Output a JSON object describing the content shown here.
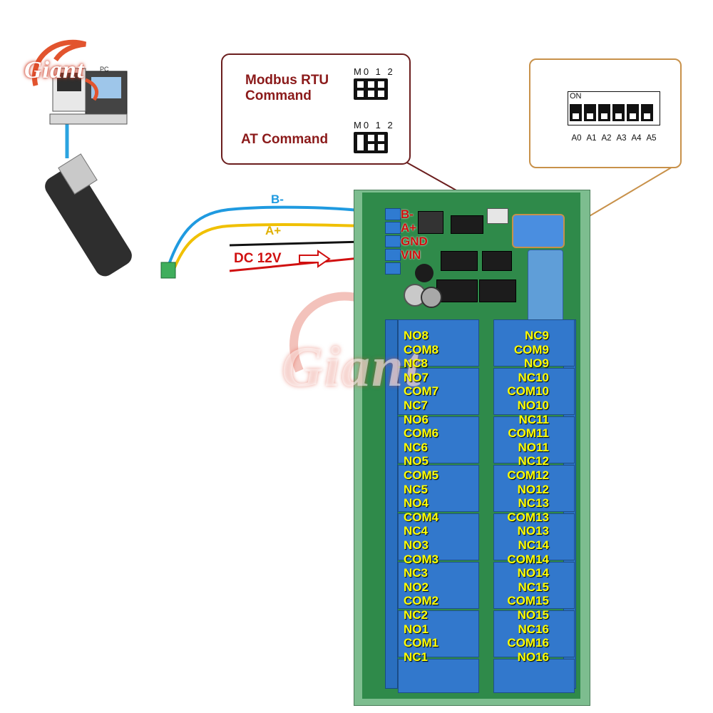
{
  "logo": {
    "brand": "Giant",
    "pc_label": "PC"
  },
  "watermark": {
    "brand": "Giant"
  },
  "mode_callout": {
    "jumper_header": "M0 1 2",
    "modes": [
      {
        "line1": "Modbus RTU",
        "line2": "Command"
      },
      {
        "line1": "AT Command",
        "line2": ""
      }
    ]
  },
  "dip_callout": {
    "on_label": "ON",
    "switch_labels": [
      "A0",
      "A1",
      "A2",
      "A3",
      "A4",
      "A5"
    ]
  },
  "wires": {
    "b_minus": "B-",
    "a_plus": "A+",
    "dc": "DC 12V"
  },
  "power_terminals": [
    "B-",
    "A+",
    "GND",
    "VIN"
  ],
  "relay_labels_left": [
    "NO8",
    "COM8",
    "NC8",
    "NO7",
    "COM7",
    "NC7",
    "NO6",
    "COM6",
    "NC6",
    "NO5",
    "COM5",
    "NC5",
    "NO4",
    "COM4",
    "NC4",
    "NO3",
    "COM3",
    "NC3",
    "NO2",
    "COM2",
    "NC2",
    "NO1",
    "COM1",
    "NC1"
  ],
  "relay_labels_right": [
    "NC9",
    "COM9",
    "NO9",
    "NC10",
    "COM10",
    "NO10",
    "NC11",
    "COM11",
    "NO11",
    "NC12",
    "COM12",
    "NO12",
    "NC13",
    "COM13",
    "NO13",
    "NC14",
    "COM14",
    "NO14",
    "NC15",
    "COM15",
    "NO15",
    "NC16",
    "COM16",
    "NO16"
  ],
  "colors": {
    "brown": "#8b1a1a",
    "orange": "#c8914a",
    "yellow_label": "#ffff00",
    "red_label": "#d01010",
    "board_green": "#2f8a4a",
    "relay_blue": "#3278cc"
  }
}
